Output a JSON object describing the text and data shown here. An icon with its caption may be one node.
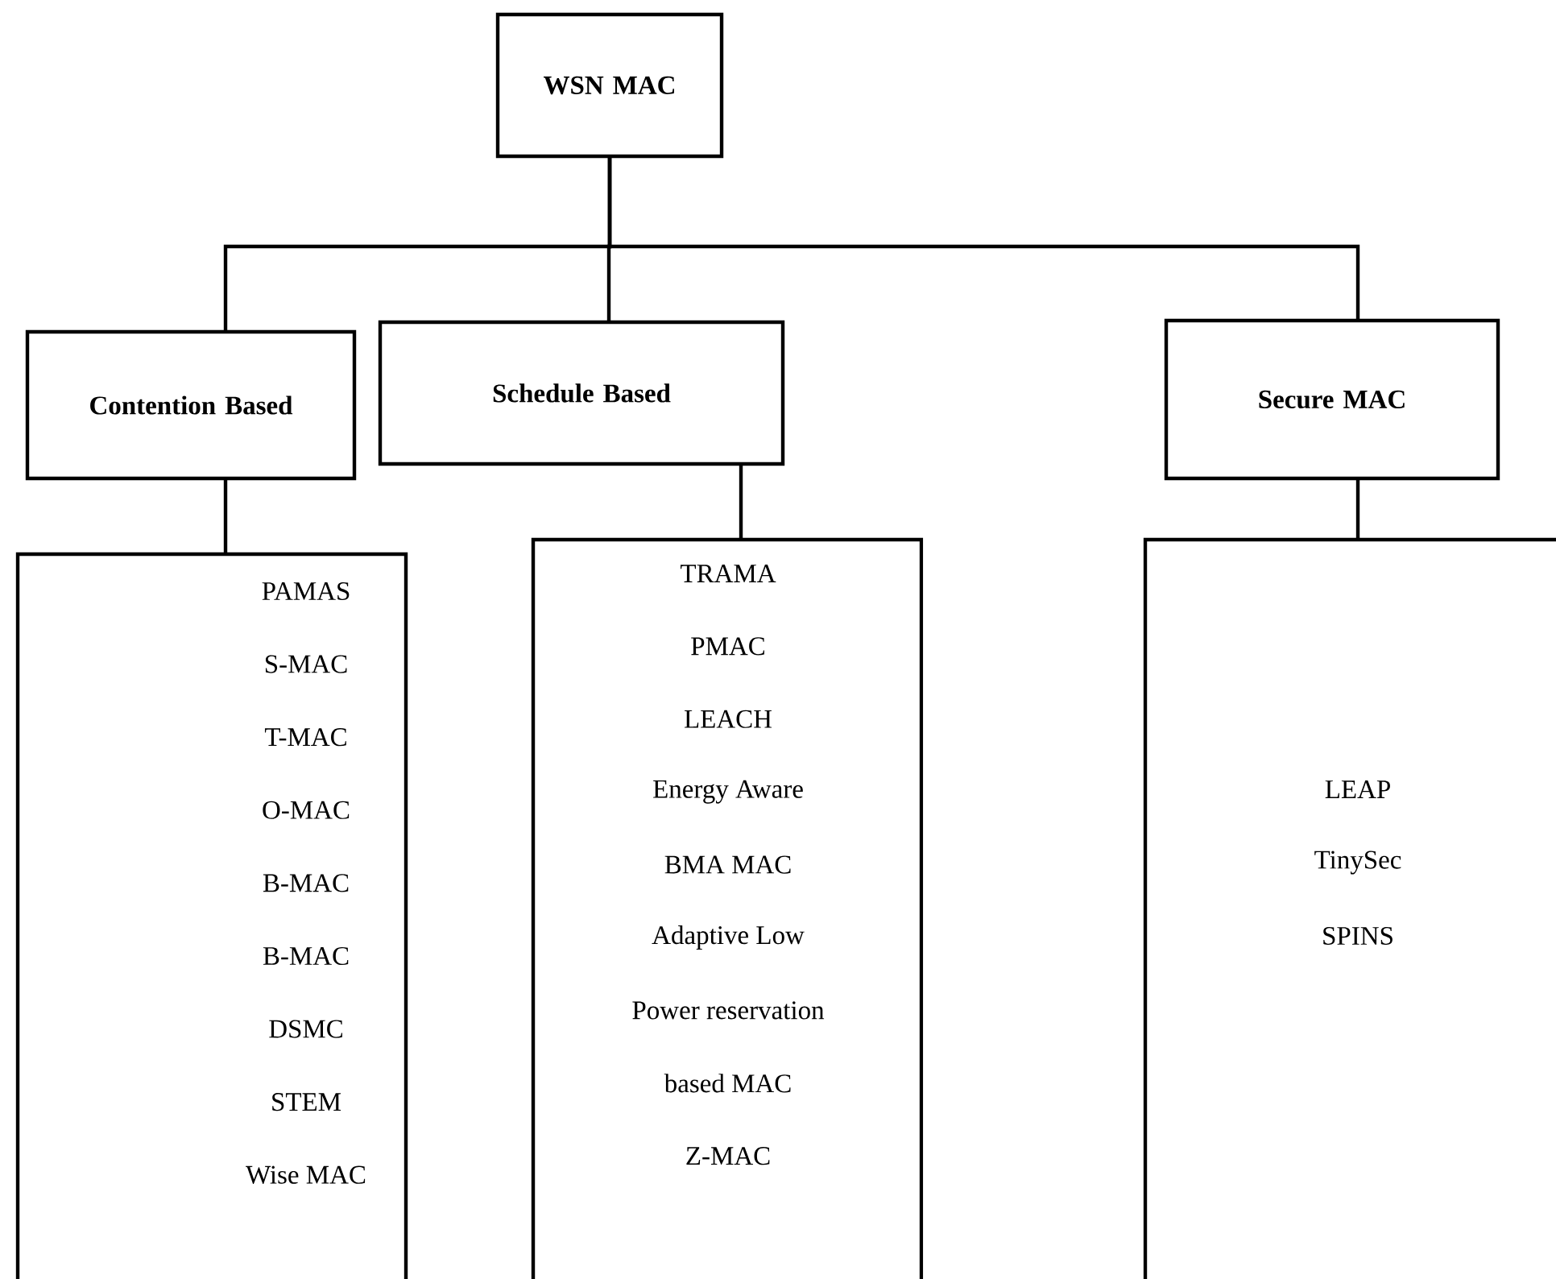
{
  "diagram": {
    "nodes": [
      {
        "text": [
          "**WSN MAC**"
        ]
      },
      {
        "text": [
          "**Contention Based**"
        ]
      },
      {
        "text": [
          "**Schedule Based**"
        ]
      },
      {
        "text": [
          "**Secure MAC**"
        ]
      },
      {
        "text": [
          "PAMAS",
          "S-MAC",
          "T-MAC",
          "O-MAC",
          "B-MAC",
          "B-MAC",
          "DSMC",
          "STEM",
          "Wise MAC"
        ]
      },
      {
        "text": [
          "TRAMA",
          "PMAC",
          "LEACH",
          "Energy Aware",
          "BMA MAC",
          "Adaptive Low",
          "Power reservation",
          "based MAC",
          "Z-MAC"
        ]
      },
      {
        "text": [
          "LEAP",
          "TinySec",
          "SPINS"
        ]
      }
    ],
    "edges": [
      {
        "from": 0,
        "to": 1,
        "arrow": "none"
      },
      {
        "from": 0,
        "to": 2,
        "arrow": "none"
      },
      {
        "from": 0,
        "to": 3,
        "arrow": "none"
      },
      {
        "from": 1,
        "to": 4,
        "arrow": "none"
      },
      {
        "from": 2,
        "to": 5,
        "arrow": "none"
      },
      {
        "from": 3,
        "to": 6,
        "arrow": "none"
      }
    ]
  }
}
